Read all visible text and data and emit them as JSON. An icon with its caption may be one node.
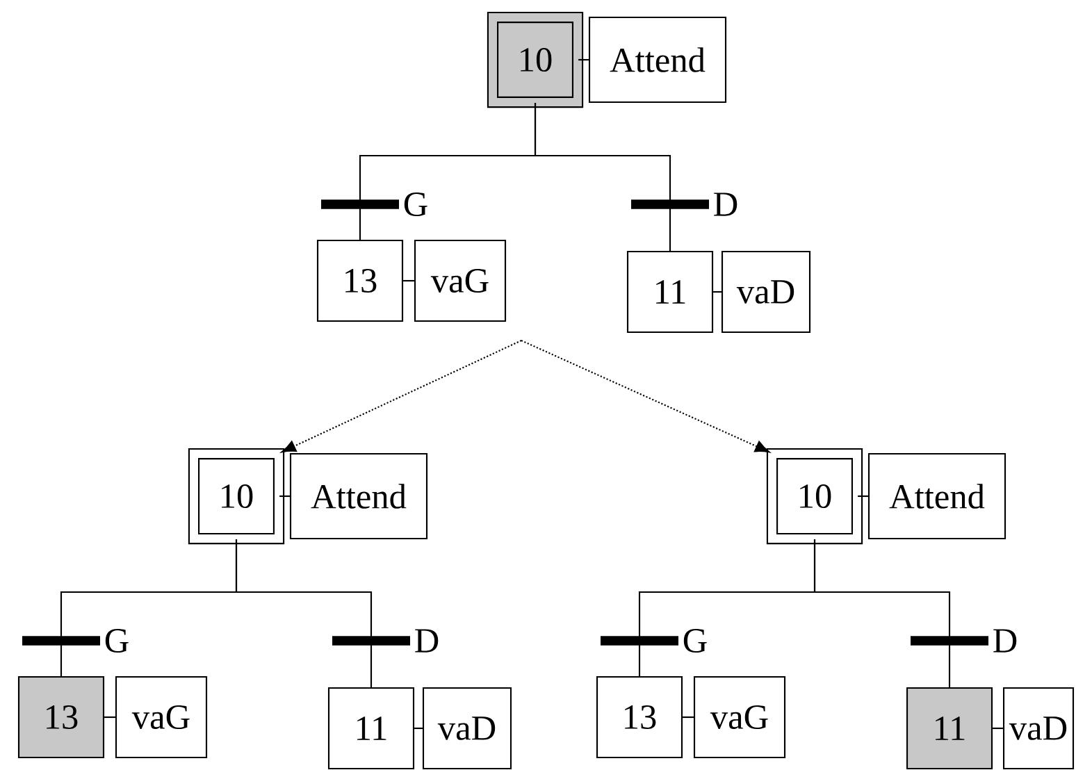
{
  "diagram": {
    "nodes": [
      {
        "text": [
          "10"
        ]
      },
      {
        "text": [
          "Attend"
        ]
      },
      {
        "text": [
          "13"
        ]
      },
      {
        "text": [
          "vaG"
        ]
      },
      {
        "text": [
          "11"
        ]
      },
      {
        "text": [
          "vaD"
        ]
      },
      {
        "text": [
          "10"
        ]
      },
      {
        "text": [
          "Attend"
        ]
      },
      {
        "text": [
          "13"
        ]
      },
      {
        "text": [
          "vaG"
        ]
      },
      {
        "text": [
          "11"
        ]
      },
      {
        "text": [
          "vaD"
        ]
      },
      {
        "text": [
          "10"
        ]
      },
      {
        "text": [
          "Attend"
        ]
      },
      {
        "text": [
          "13"
        ]
      },
      {
        "text": [
          "vaG"
        ]
      },
      {
        "text": [
          "11"
        ]
      },
      {
        "text": [
          "vaD"
        ]
      }
    ],
    "edges": [
      {
        "from": 0,
        "to": 1,
        "arrow": "none"
      },
      {
        "from": 0,
        "to": 2,
        "arrow": "none",
        "label": "G"
      },
      {
        "from": 0,
        "to": 4,
        "arrow": "none",
        "label": "D"
      },
      {
        "from": 2,
        "to": 3,
        "arrow": "none"
      },
      {
        "from": 4,
        "to": 5,
        "arrow": "none"
      },
      {
        "from": null,
        "to": 6,
        "arrow": "to",
        "style": "dashed"
      },
      {
        "from": null,
        "to": 12,
        "arrow": "to",
        "style": "dashed"
      },
      {
        "from": 6,
        "to": 7,
        "arrow": "none"
      },
      {
        "from": 6,
        "to": 8,
        "arrow": "none",
        "label": "G"
      },
      {
        "from": 6,
        "to": 10,
        "arrow": "none",
        "label": "D"
      },
      {
        "from": 8,
        "to": 9,
        "arrow": "none"
      },
      {
        "from": 10,
        "to": 11,
        "arrow": "none"
      },
      {
        "from": 12,
        "to": 13,
        "arrow": "none"
      },
      {
        "from": 12,
        "to": 14,
        "arrow": "none",
        "label": "G"
      },
      {
        "from": 12,
        "to": 16,
        "arrow": "none",
        "label": "D"
      },
      {
        "from": 14,
        "to": 15,
        "arrow": "none"
      },
      {
        "from": 16,
        "to": 17,
        "arrow": "none"
      }
    ]
  }
}
